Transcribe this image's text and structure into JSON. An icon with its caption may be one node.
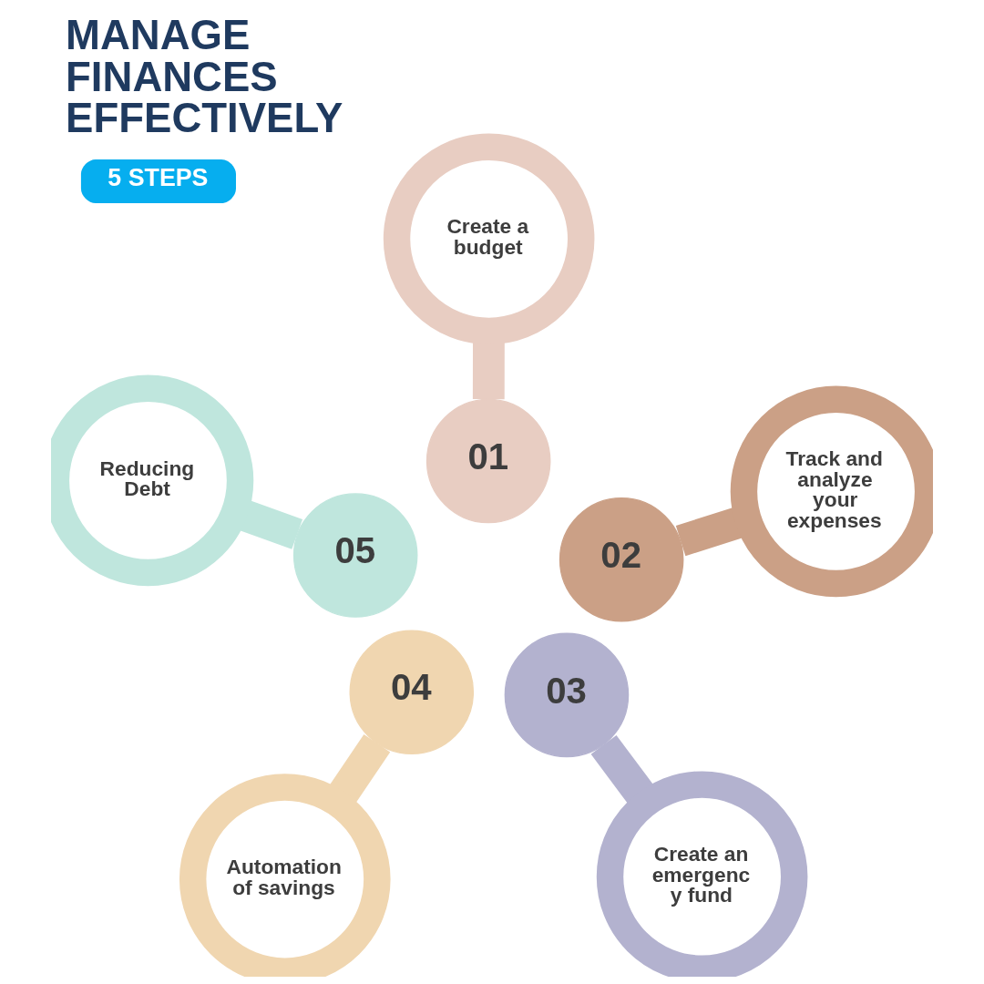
{
  "diagram": {
    "title": "MANAGE FINANCES EFFECTIVELY",
    "nodes": [
      {
        "text": [
          "5 STEPS"
        ]
      },
      {
        "text": [
          "01"
        ]
      },
      {
        "text": [
          "Create a budget"
        ]
      },
      {
        "text": [
          "02"
        ]
      },
      {
        "text": [
          "Track and analyze your expenses"
        ]
      },
      {
        "text": [
          "03"
        ]
      },
      {
        "text": [
          "Create an emergenc y fund"
        ]
      },
      {
        "text": [
          "04"
        ]
      },
      {
        "text": [
          "Automation of savings"
        ]
      },
      {
        "text": [
          "05"
        ]
      },
      {
        "text": [
          "Reducing Debt"
        ]
      }
    ],
    "edges": [
      {
        "from": 1,
        "to": 2,
        "arrow": "none",
        "color": "#e8cdc2"
      },
      {
        "from": 3,
        "to": 4,
        "arrow": "none",
        "color": "#cba086"
      },
      {
        "from": 5,
        "to": 6,
        "arrow": "none",
        "color": "#b3b2cf"
      },
      {
        "from": 7,
        "to": 8,
        "arrow": "none",
        "color": "#f0d6b0"
      },
      {
        "from": 9,
        "to": 10,
        "arrow": "none",
        "color": "#bfe6dd"
      }
    ]
  }
}
